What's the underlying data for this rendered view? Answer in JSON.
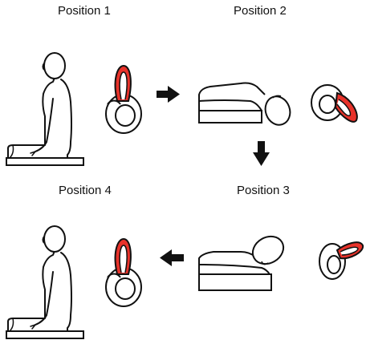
{
  "positions": [
    {
      "label": "Position 1",
      "posture": "seated upright"
    },
    {
      "label": "Position 2",
      "posture": "supine, head hanging"
    },
    {
      "label": "Position 3",
      "posture": "supine, head turned"
    },
    {
      "label": "Position 4",
      "posture": "seated upright"
    }
  ],
  "colors": {
    "canal_highlight": "#e8322a",
    "outline": "#111111",
    "background": "#ffffff"
  },
  "icons": [
    "arrow-right-icon",
    "arrow-down-icon",
    "arrow-left-icon",
    "inner-ear-icon",
    "human-figure-icon"
  ]
}
